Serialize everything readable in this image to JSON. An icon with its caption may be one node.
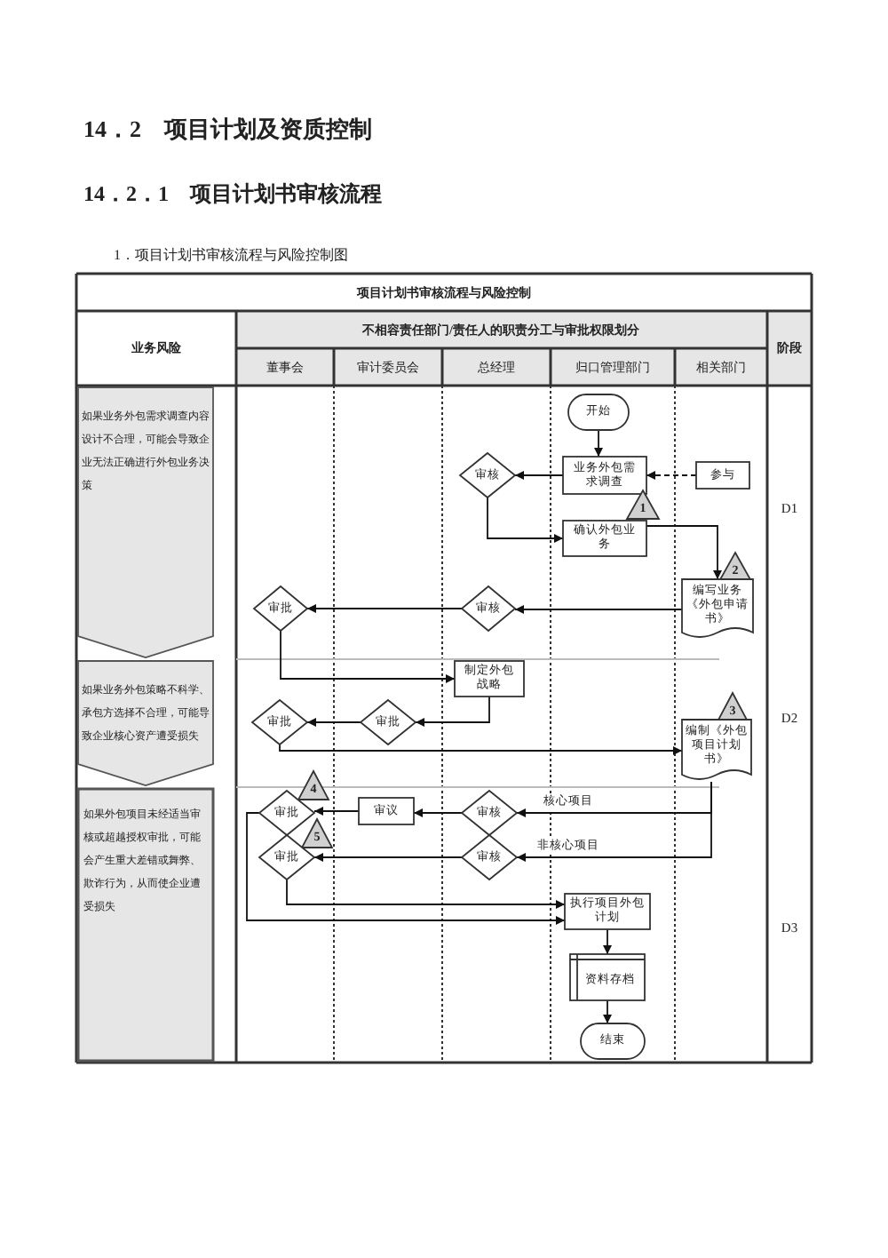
{
  "diagram": {
    "title": "14．2　项目计划及资质控制",
    "nodes": [
      {
        "text": [
          "如果业务外包需求调查内容设计不合理，可能会导致企业无法正确进行外包业务决策"
        ]
      },
      {
        "text": [
          "如果业务外包策略不科学、承包方选择不合理，可能导致企业核心资产遭受损失"
        ]
      },
      {
        "text": [
          "如果外包项目未经适当审核或超越授权审批，可能会产生重大差错或舞弊、欺诈行为，从而使企业遭受损失"
        ]
      },
      {
        "text": [
          "开始"
        ]
      },
      {
        "text": [
          "业务外包需求调查"
        ]
      },
      {
        "text": [
          "审核"
        ]
      },
      {
        "text": [
          "参与"
        ]
      },
      {
        "text": [
          "1"
        ]
      },
      {
        "text": [
          "确认外包业务"
        ]
      },
      {
        "text": [
          "2"
        ]
      },
      {
        "text": [
          "编写业务《外包申请书》"
        ]
      },
      {
        "text": [
          "审批"
        ]
      },
      {
        "text": [
          "审核"
        ]
      },
      {
        "text": [
          "制定外包战略"
        ]
      },
      {
        "text": [
          "审批"
        ]
      },
      {
        "text": [
          "审批"
        ]
      },
      {
        "text": [
          "3"
        ]
      },
      {
        "text": [
          "编制《外包项目计划书》"
        ]
      },
      {
        "text": [
          "4"
        ]
      },
      {
        "text": [
          "审批"
        ]
      },
      {
        "text": [
          "审议"
        ]
      },
      {
        "text": [
          "审核"
        ]
      },
      {
        "text": [
          "5"
        ]
      },
      {
        "text": [
          "审批"
        ]
      },
      {
        "text": [
          "审核"
        ]
      },
      {
        "text": [
          "执行项目外包计划"
        ]
      },
      {
        "text": [
          "资料存档"
        ]
      },
      {
        "text": [
          "结束"
        ]
      }
    ],
    "edges": [
      {
        "from": 3,
        "to": 4,
        "arrow": "to"
      },
      {
        "from": 6,
        "to": 4,
        "arrow": "to",
        "style": "dashed"
      },
      {
        "from": 4,
        "to": 5,
        "arrow": "to"
      },
      {
        "from": 5,
        "to": 8,
        "arrow": "to"
      },
      {
        "from": 8,
        "to": 10,
        "arrow": "to"
      },
      {
        "from": 10,
        "to": 12,
        "arrow": "to"
      },
      {
        "from": 12,
        "to": 11,
        "arrow": "to"
      },
      {
        "from": 11,
        "to": 13,
        "arrow": "to"
      },
      {
        "from": 13,
        "to": 14,
        "arrow": "to"
      },
      {
        "from": 14,
        "to": 15,
        "arrow": "to"
      },
      {
        "from": 15,
        "to": 17,
        "arrow": "to"
      },
      {
        "from": 17,
        "to": 21,
        "arrow": "to",
        "label": "核心项目"
      },
      {
        "from": 17,
        "to": 24,
        "arrow": "to",
        "label": "非核心项目"
      },
      {
        "from": 21,
        "to": 20,
        "arrow": "to"
      },
      {
        "from": 20,
        "to": 19,
        "arrow": "to"
      },
      {
        "from": 24,
        "to": 23,
        "arrow": "to"
      },
      {
        "from": 23,
        "to": 25,
        "arrow": "to"
      },
      {
        "from": 19,
        "to": 25,
        "arrow": "to"
      },
      {
        "from": 25,
        "to": 26,
        "arrow": "to"
      },
      {
        "from": 26,
        "to": 27,
        "arrow": "to"
      }
    ],
    "labels": [
      "14．2．1　项目计划书审核流程",
      "1．项目计划书审核流程与风险控制图",
      "项目计划书审核流程与风险控制",
      "业务风险",
      "不相容责任部门/责任人的职责分工与审批权限划分",
      "阶段",
      "董事会",
      "审计委员会",
      "总经理",
      "归口管理部门",
      "相关部门",
      "D1",
      "D2",
      "D3"
    ]
  }
}
